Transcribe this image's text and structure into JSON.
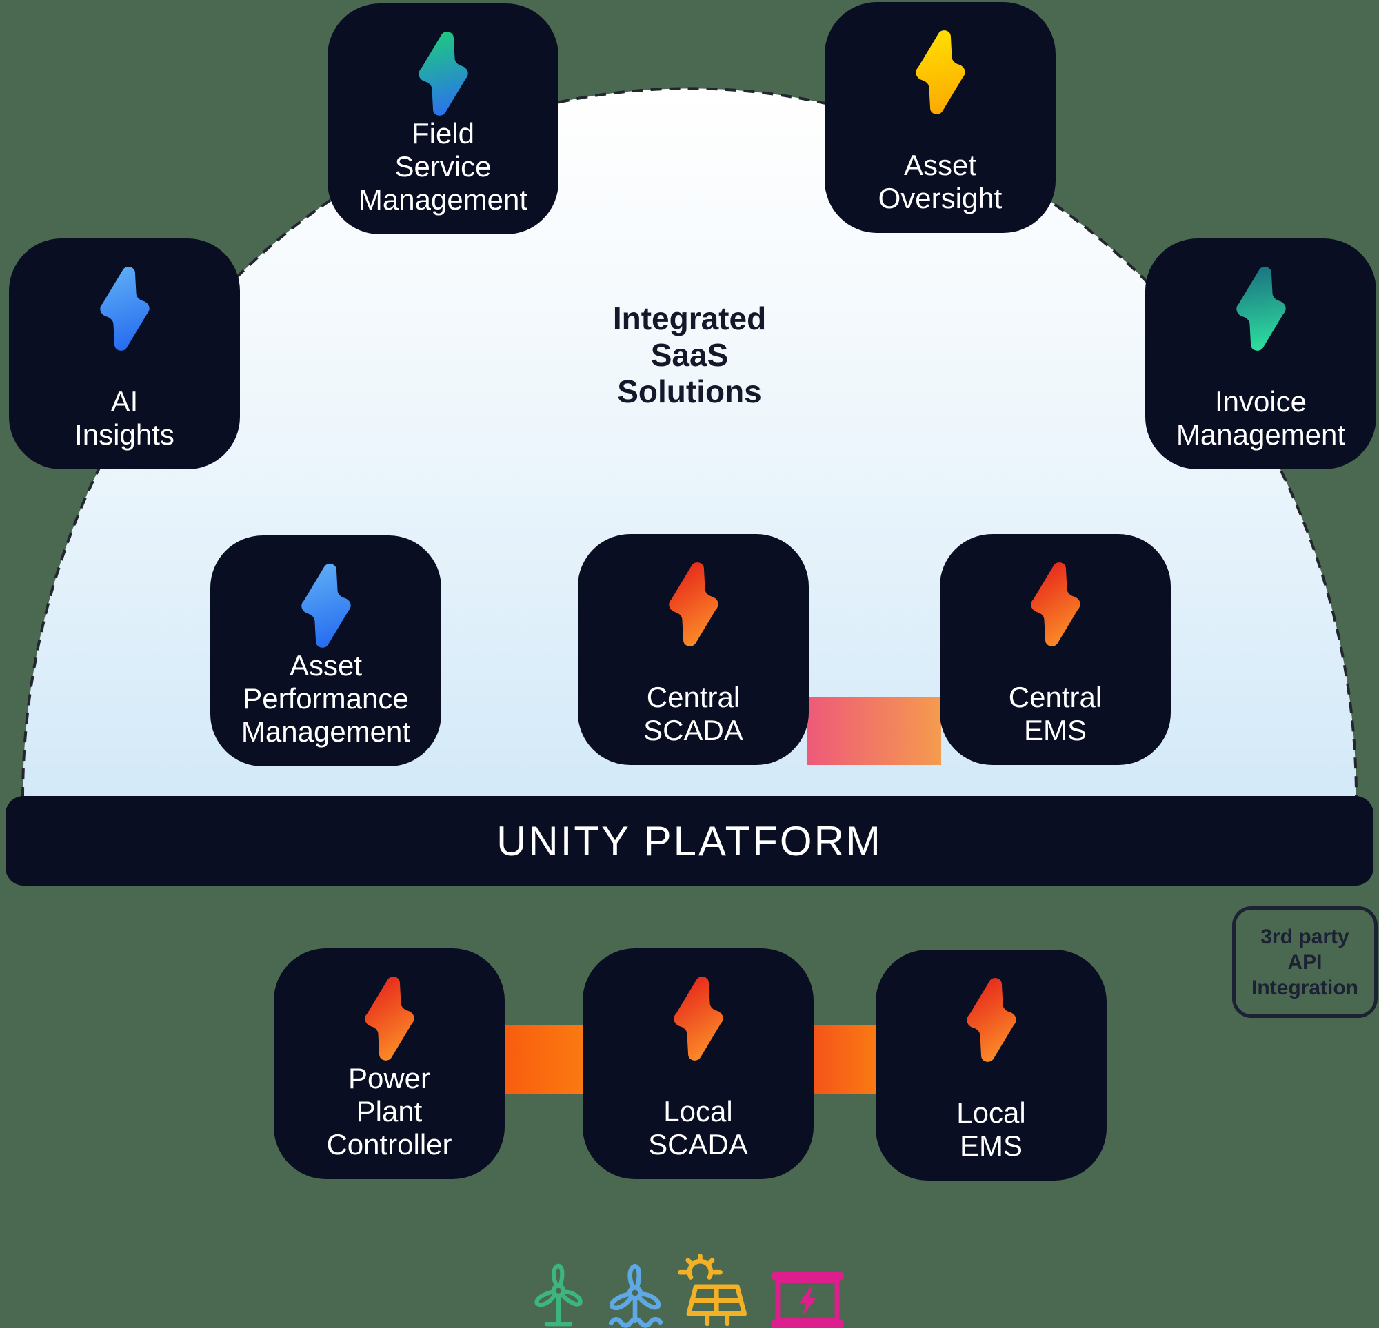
{
  "title": {
    "lines": [
      "Integrated",
      "SaaS",
      "Solutions"
    ]
  },
  "platform": {
    "label": "UNITY PLATFORM"
  },
  "boxes": [
    {
      "id": "field-service-management",
      "lines": [
        "Field",
        "Service",
        "Management"
      ],
      "icon": "bolt-green-blue-icon"
    },
    {
      "id": "asset-oversight",
      "lines": [
        "Asset",
        "Oversight"
      ],
      "icon": "bolt-yellow-icon"
    },
    {
      "id": "ai-insights",
      "lines": [
        "AI",
        "Insights"
      ],
      "icon": "bolt-blue-icon"
    },
    {
      "id": "invoice-management",
      "lines": [
        "Invoice",
        "Management"
      ],
      "icon": "bolt-teal-icon"
    },
    {
      "id": "asset-performance-management",
      "lines": [
        "Asset",
        "Performance",
        "Management"
      ],
      "icon": "bolt-blue-icon"
    },
    {
      "id": "central-scada",
      "lines": [
        "Central",
        "SCADA"
      ],
      "icon": "bolt-red-icon"
    },
    {
      "id": "central-ems",
      "lines": [
        "Central",
        "EMS"
      ],
      "icon": "bolt-red-icon"
    },
    {
      "id": "power-plant-controller",
      "lines": [
        "Power",
        "Plant",
        "Controller"
      ],
      "icon": "bolt-red-icon"
    },
    {
      "id": "local-scada",
      "lines": [
        "Local",
        "SCADA"
      ],
      "icon": "bolt-red-icon"
    },
    {
      "id": "local-ems",
      "lines": [
        "Local",
        "EMS"
      ],
      "icon": "bolt-red-icon"
    }
  ],
  "third_party": {
    "lines": [
      "3rd party",
      "API",
      "Integration"
    ]
  },
  "energy_icons": [
    {
      "id": "wind-turbine-icon",
      "color": "#3cb581"
    },
    {
      "id": "offshore-wind-turbine-icon",
      "color": "#5fa8e6"
    },
    {
      "id": "solar-panel-icon",
      "color": "#f2b127"
    },
    {
      "id": "battery-storage-icon",
      "color": "#dd1f8d"
    }
  ],
  "colors": {
    "background": "#4a6950",
    "box_background": "#0a0e22",
    "box_text": "#ffffff",
    "dome_top": "#ffffff",
    "dome_bottom": "#d3e9f8",
    "dome_dash": "#23262e",
    "platform_background": "#0a0e22",
    "platform_text": "#ffffff",
    "title_text": "#15182a",
    "third_party_border": "#1c2135",
    "central_connector_from": "#ee5a79",
    "central_connector_to": "#f59b4e",
    "local_connector_from": "#f95c0e",
    "local_connector_to": "#fa7b12",
    "bolt_green_blue": [
      "#1fcb7d",
      "#2b6cf5"
    ],
    "bolt_yellow": [
      "#ffdf00",
      "#fca700"
    ],
    "bolt_blue": [
      "#5fb0f6",
      "#2167f0"
    ],
    "bolt_teal": [
      "#1b7180",
      "#2fe3a0"
    ],
    "bolt_red": [
      "#e5231b",
      "#fc8e28"
    ]
  }
}
